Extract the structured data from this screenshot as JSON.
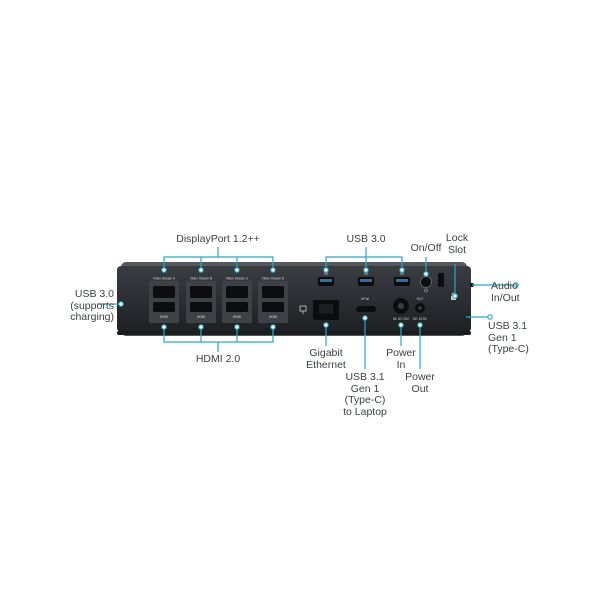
{
  "labels": {
    "displayport": "DisplayPort 1.2++",
    "usb30_top": "USB 3.0",
    "on_off": "On/Off",
    "lock_slot": "Lock\nSlot",
    "usb30_left": "USB 3.0\n(supports\ncharging)",
    "audio": "Audio\nIn/Out",
    "usb31_right": "USB 3.1\nGen 1\n(Type-C)",
    "hdmi": "HDMI 2.0",
    "gigabit": "Gigabit\nEthernet",
    "usb31_laptop": "USB 3.1\nGen 1\n(Type-C)\nto Laptop",
    "power_in": "Power\nIn",
    "power_out": "Power\nOut"
  },
  "device": {
    "video_streams": [
      "Video Stream A",
      "Video Stream B",
      "Video Stream C",
      "Video Stream D"
    ],
    "hdmi_port_label": "HDMI",
    "usb_port_label": "SS",
    "usbc_label": "UP ⇄",
    "dc_in_label": "IN: DC 20V",
    "dc_out_label": "DC 19.5V",
    "out_label": "OUT"
  },
  "colors": {
    "accent": "#2aa8c4",
    "body": "#2b2e32",
    "body_top": "#55595e",
    "port": "#0c0d0e",
    "text": "#3a3f44"
  }
}
